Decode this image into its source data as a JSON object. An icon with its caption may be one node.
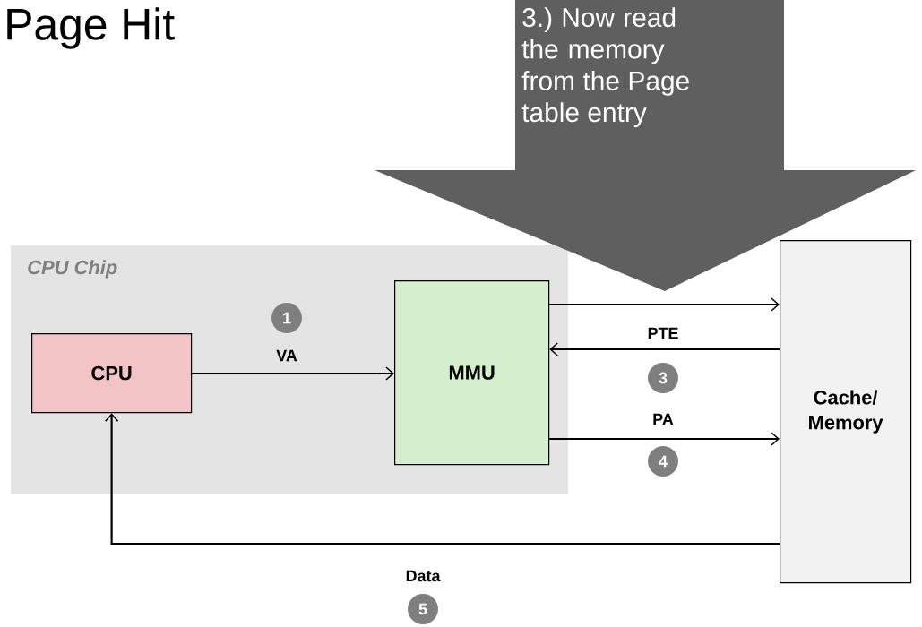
{
  "diagram": {
    "title": "Page Hit",
    "nodes": [
      {
        "text": [
          "CPU Chip"
        ]
      },
      {
        "text": [
          "CPU"
        ],
        "in": 0
      },
      {
        "text": [
          "MMU"
        ],
        "in": 0
      },
      {
        "text": [
          "Cache/ Memory"
        ]
      },
      {
        "text": [
          "3.) Now read the memory from the Page table entry"
        ]
      }
    ],
    "edges": [
      {
        "from": 2,
        "to": 3,
        "arrow": "to"
      },
      {
        "from": 3,
        "to": 2,
        "arrow": "to",
        "label": "PTE"
      },
      {
        "from": 2,
        "to": 3,
        "arrow": "to",
        "label": "PA"
      },
      {
        "from": 1,
        "to": 2,
        "arrow": "to",
        "label": "VA"
      },
      {
        "from": 3,
        "to": 1,
        "arrow": "to",
        "label": "Data"
      }
    ],
    "labels": [
      "1",
      "3",
      "4",
      "5"
    ]
  }
}
